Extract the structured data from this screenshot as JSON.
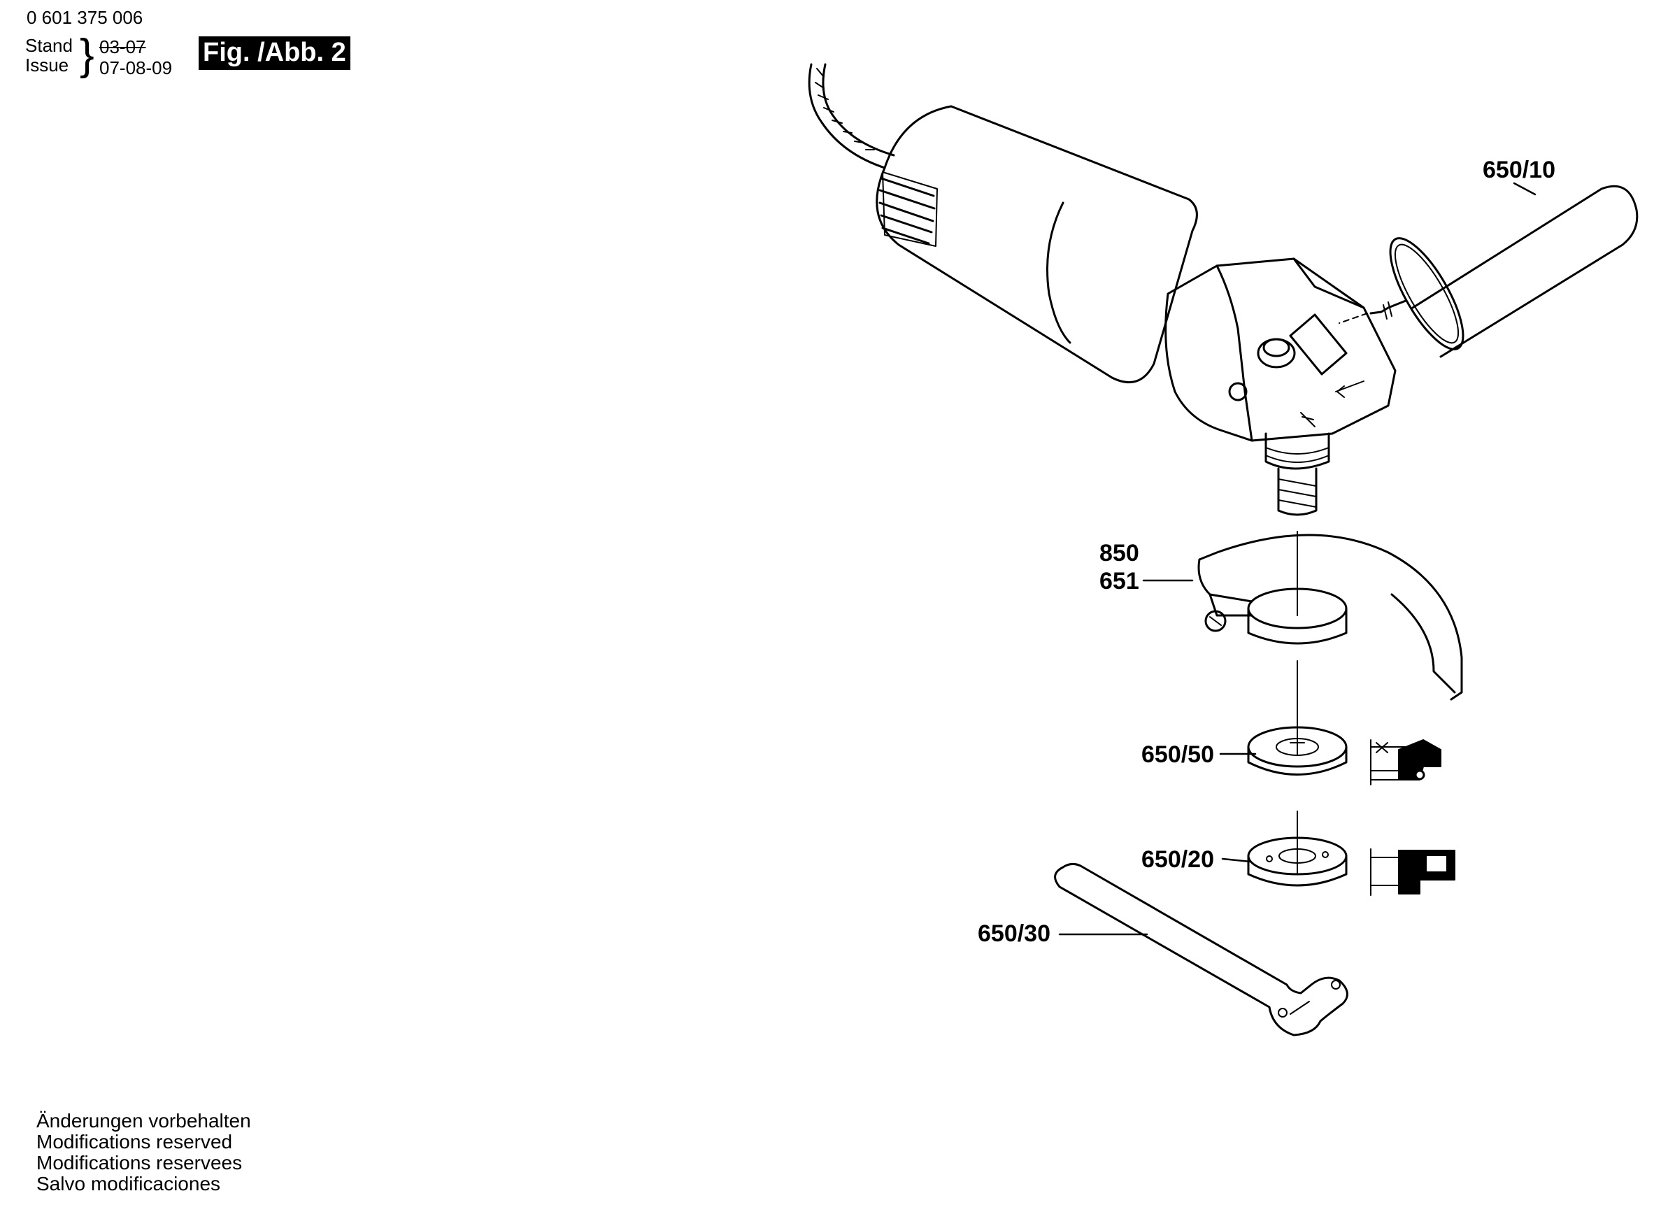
{
  "header": {
    "part_number": "0 601 375 006",
    "stand_label": "Stand",
    "issue_label": "Issue",
    "old_date": "03-07",
    "new_date": "07-08-09",
    "figure_label": "Fig. /Abb. 2"
  },
  "footer": {
    "lines": [
      "Änderungen vorbehalten",
      "Modifications reserved",
      "Modifications reservees",
      "Salvo modificaciones"
    ]
  },
  "callouts": {
    "auxiliary_handle": "650/10",
    "guard_a": "850",
    "guard_b": "651",
    "mounting_flange": "650/50",
    "clamping_nut": "650/20",
    "spanner": "650/30"
  },
  "colors": {
    "ink": "#000000",
    "paper": "#ffffff"
  }
}
